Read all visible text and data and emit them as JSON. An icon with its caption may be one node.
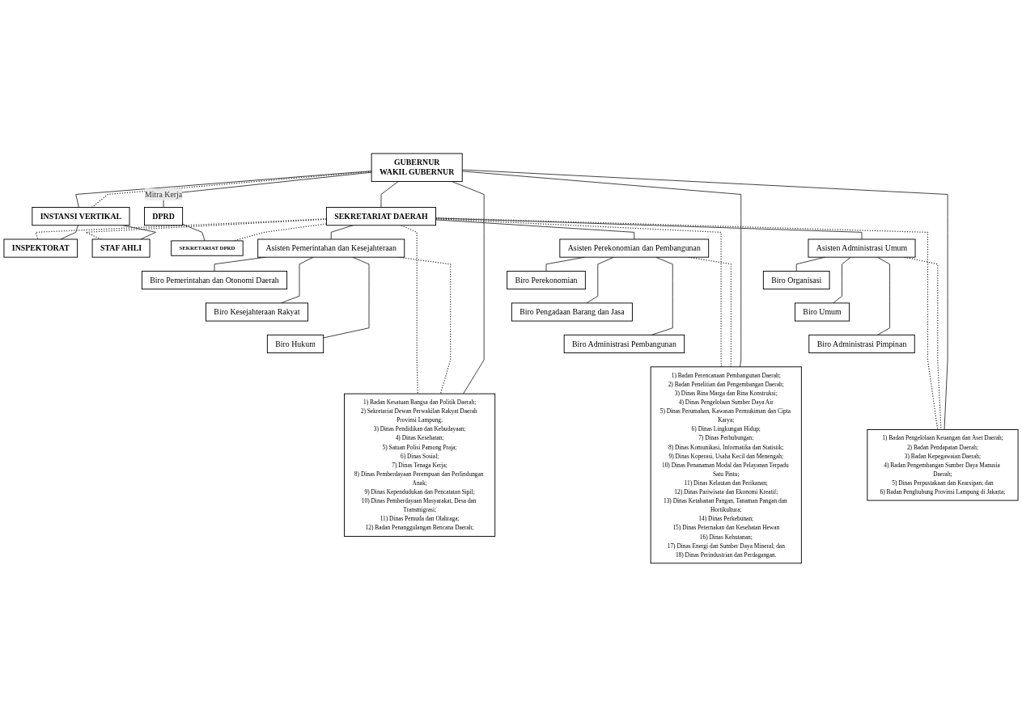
{
  "diagram": {
    "nodes": [
      {
        "text": [
          "GUBERNUR",
          "WAKIL GUBERNUR"
        ]
      },
      {
        "text": [
          "DPRD"
        ]
      },
      {
        "text": [
          "INSTANSI VERTIKAL"
        ]
      },
      {
        "text": [
          "INSPEKTORAT"
        ]
      },
      {
        "text": [
          "STAF AHLI"
        ]
      },
      {
        "text": [
          "SEKRETARIAT DAERAH"
        ]
      },
      {
        "text": [
          "SEKRETARIAT DPRD"
        ]
      },
      {
        "text": [
          "Asisten Pemerintahan dan Kesejahteraan"
        ]
      },
      {
        "text": [
          "Biro Pemerintahan dan Otonomi Daerah"
        ]
      },
      {
        "text": [
          "Biro Kesejahteraan Rakyat"
        ]
      },
      {
        "text": [
          "Biro Hukum"
        ]
      },
      {
        "text": [
          "Asisten Perekonomian dan Pembangunan"
        ]
      },
      {
        "text": [
          "Biro Perekonomian"
        ]
      },
      {
        "text": [
          "Biro Pengadaan Barang dan Jasa"
        ]
      },
      {
        "text": [
          "Biro Administrasi Pembangunan"
        ]
      },
      {
        "text": [
          "Asisten Administrasi Umum"
        ]
      },
      {
        "text": [
          "Biro Organisasi"
        ]
      },
      {
        "text": [
          "Biro Umum"
        ]
      },
      {
        "text": [
          "Biro Administrasi Pimpinan"
        ]
      },
      {
        "text": [
          "1) Badan Kesatuan Bangsa dan Politik Daerah;",
          "2) Sekretariat Dewan Perwakilan Rakyat Daerah Provinsi Lampung;",
          "3) Dinas Pendidikan dan Kebudayaan;",
          "4) Dinas Kesehatan;",
          "5) Satuan Polisi Pamong Praja;",
          "6) Dinas Sosial;",
          "7) Dinas Tenaga Kerja;",
          "8) Dinas Pemberdayaan Perempuan dan Perlindungan Anak;",
          "9) Dinas Kependudukan dan Pencatatan Sipil;",
          "10) Dinas Pemberdayaan Masyarakat, Desa dan Transmigrasi;",
          "11) Dinas Pemuda dan Olahraga;",
          "12) Badan Penanggulangan Bencana Daerah;"
        ]
      },
      {
        "text": [
          "1) Badan Perencanaan Pembangunan Daerah;",
          "2) Badan Penelitian dan Pengembangan Daerah;",
          "3) Dinas Bina Marga dan Bina Konstruksi;",
          "4) Dinas Pengelolaan Sumber Daya Air",
          "5) Dinas Perumahan, Kawasan Permukiman dan Cipta Karya;",
          "6) Dinas Lingkungan Hidup;",
          "7) Dinas Perhubungan;",
          "8) Dinas Komunikasi, Informatika dan Statistik;",
          "9) Dinas Koperasi, Usaha Kecil dan Menengah;",
          "10) Dinas Penanaman Modal dan Pelayanan Terpadu Satu Pintu;",
          "11) Dinas Kelautan dan Perikanan;",
          "12) Dinas Pariwisata dan Ekonomi Kreatif;",
          "13) Dinas Ketahanan Pangan, Tanaman Pangan dan Hortikultura;",
          "14) Dinas Perkebunan;",
          "15) Dinas Peternakan dan Kesehatan Hewan",
          "16) Dinas Kehutanan;",
          "17) Dinas Energi dan Sumber Daya Mineral; dan",
          "18) Dinas Perindustrian dan Perdagangan."
        ]
      },
      {
        "text": [
          "1) Badan Pengelolaan Keuangan dan Aset Daerah;",
          "2) Badan Pendapatan Daerah;",
          "3) Badan Kepegawaian Daerah;",
          "4) Badan Pengembangan Sumber Daya Manusia Daerah;",
          "5) Dinas Perpustakaan dan Kearsipan; dan",
          "6) Badan Penghubung Provinsi Lampung di Jakarta;"
        ]
      }
    ],
    "edges": [
      {
        "from": 0,
        "to": 1,
        "arrow": "none",
        "label": "Mitra Kerja"
      },
      {
        "from": 0,
        "to": 2,
        "arrow": "none",
        "style": "dashed"
      },
      {
        "from": 0,
        "to": 2,
        "arrow": "none"
      },
      {
        "from": 2,
        "to": 3,
        "arrow": "none"
      },
      {
        "from": 2,
        "to": 4,
        "arrow": "none"
      },
      {
        "from": 0,
        "to": 5,
        "arrow": "none"
      },
      {
        "from": 5,
        "to": 3,
        "arrow": "none",
        "style": "dashed"
      },
      {
        "from": 5,
        "to": 4,
        "arrow": "none",
        "style": "dashed"
      },
      {
        "from": 5,
        "to": 6,
        "arrow": "none",
        "style": "dashed"
      },
      {
        "from": 1,
        "to": 6,
        "arrow": "none"
      },
      {
        "from": 5,
        "to": 7,
        "arrow": "none"
      },
      {
        "from": 5,
        "to": 11,
        "arrow": "none"
      },
      {
        "from": 5,
        "to": 15,
        "arrow": "none"
      },
      {
        "from": 7,
        "to": 8,
        "arrow": "none"
      },
      {
        "from": 7,
        "to": 9,
        "arrow": "none"
      },
      {
        "from": 7,
        "to": 10,
        "arrow": "none"
      },
      {
        "from": 11,
        "to": 12,
        "arrow": "none"
      },
      {
        "from": 11,
        "to": 13,
        "arrow": "none"
      },
      {
        "from": 11,
        "to": 14,
        "arrow": "none"
      },
      {
        "from": 15,
        "to": 16,
        "arrow": "none"
      },
      {
        "from": 15,
        "to": 17,
        "arrow": "none"
      },
      {
        "from": 15,
        "to": 18,
        "arrow": "none"
      },
      {
        "from": 0,
        "to": 19,
        "arrow": "none"
      },
      {
        "from": 0,
        "to": 20,
        "arrow": "none"
      },
      {
        "from": 0,
        "to": 21,
        "arrow": "none"
      },
      {
        "from": 7,
        "to": 19,
        "arrow": "none",
        "style": "dashed"
      },
      {
        "from": 11,
        "to": 20,
        "arrow": "none",
        "style": "dashed"
      },
      {
        "from": 15,
        "to": 21,
        "arrow": "none",
        "style": "dashed"
      },
      {
        "from": 5,
        "to": 19,
        "arrow": "none",
        "style": "dashed"
      },
      {
        "from": 5,
        "to": 20,
        "arrow": "none",
        "style": "dashed"
      },
      {
        "from": 5,
        "to": 21,
        "arrow": "none",
        "style": "dashed"
      }
    ]
  }
}
